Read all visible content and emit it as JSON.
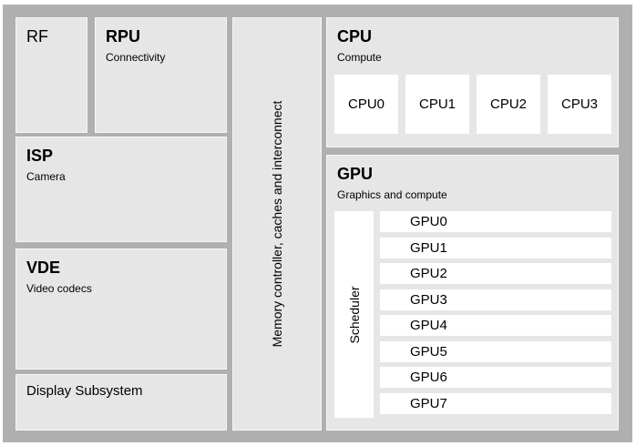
{
  "colors": {
    "page_background": "#ffffff",
    "board_background": "#b0b0b0",
    "block_fill": "#e6e6e6",
    "block_border": "#f7f7f7",
    "box_fill": "#ffffff",
    "text": "#000000"
  },
  "diagram": {
    "rf": {
      "title": "RF"
    },
    "rpu": {
      "title": "RPU",
      "subtitle": "Connectivity"
    },
    "isp": {
      "title": "ISP",
      "subtitle": "Camera"
    },
    "vde": {
      "title": "VDE",
      "subtitle": "Video codecs"
    },
    "display_subsystem": {
      "title": "Display Subsystem"
    },
    "interconnect": {
      "label": "Memory controller, caches and interconnect"
    },
    "cpu": {
      "title": "CPU",
      "subtitle": "Compute",
      "cores": [
        "CPU0",
        "CPU1",
        "CPU2",
        "CPU3"
      ]
    },
    "gpu": {
      "title": "GPU",
      "subtitle": "Graphics and compute",
      "scheduler": "Scheduler",
      "cores": [
        "GPU0",
        "GPU1",
        "GPU2",
        "GPU3",
        "GPU4",
        "GPU5",
        "GPU6",
        "GPU7"
      ]
    }
  }
}
